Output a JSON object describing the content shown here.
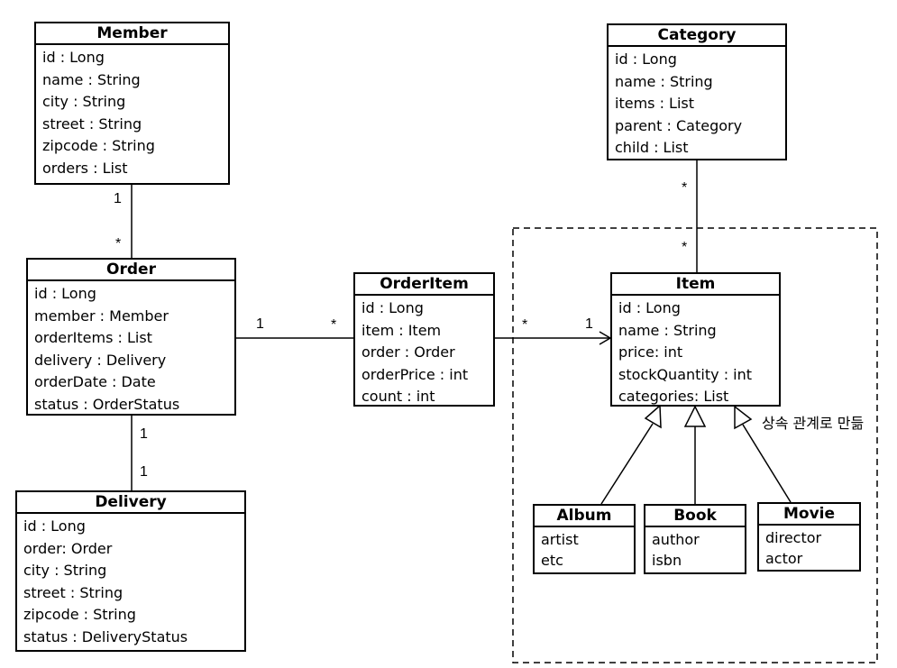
{
  "entities": {
    "member": {
      "title": "Member",
      "attrs": [
        "id : Long",
        "name : String",
        "city : String",
        "street : String",
        "zipcode : String",
        "orders : List"
      ]
    },
    "order": {
      "title": "Order",
      "attrs": [
        "id : Long",
        "member : Member",
        "orderItems : List",
        "delivery : Delivery",
        "orderDate : Date",
        "status : OrderStatus"
      ]
    },
    "delivery": {
      "title": "Delivery",
      "attrs": [
        "id : Long",
        "order: Order",
        "city : String",
        "street : String",
        "zipcode : String",
        "status : DeliveryStatus"
      ]
    },
    "orderitem": {
      "title": "OrderItem",
      "attrs": [
        "id : Long",
        "item : Item",
        "order : Order",
        "orderPrice : int",
        "count : int"
      ]
    },
    "category": {
      "title": "Category",
      "attrs": [
        "id : Long",
        "name : String",
        "items : List",
        "parent : Category",
        "child : List"
      ]
    },
    "item": {
      "title": "Item",
      "attrs": [
        "id : Long",
        "name : String",
        "price: int",
        "stockQuantity : int",
        "categories: List"
      ]
    },
    "album": {
      "title": "Album",
      "attrs": [
        "artist",
        "etc"
      ]
    },
    "book": {
      "title": "Book",
      "attrs": [
        "author",
        "isbn"
      ]
    },
    "movie": {
      "title": "Movie",
      "attrs": [
        "director",
        "actor"
      ]
    }
  },
  "multiplicities": {
    "member_order_member": "1",
    "member_order_order": "*",
    "order_orderitem_order": "1",
    "order_orderitem_orderitem": "*",
    "orderitem_item_orderitem": "*",
    "orderitem_item_item": "1",
    "order_delivery_order": "1",
    "order_delivery_delivery": "1",
    "category_item_category": "*",
    "category_item_item": "*"
  },
  "inheritance_note": "상속 관계로 만듦"
}
